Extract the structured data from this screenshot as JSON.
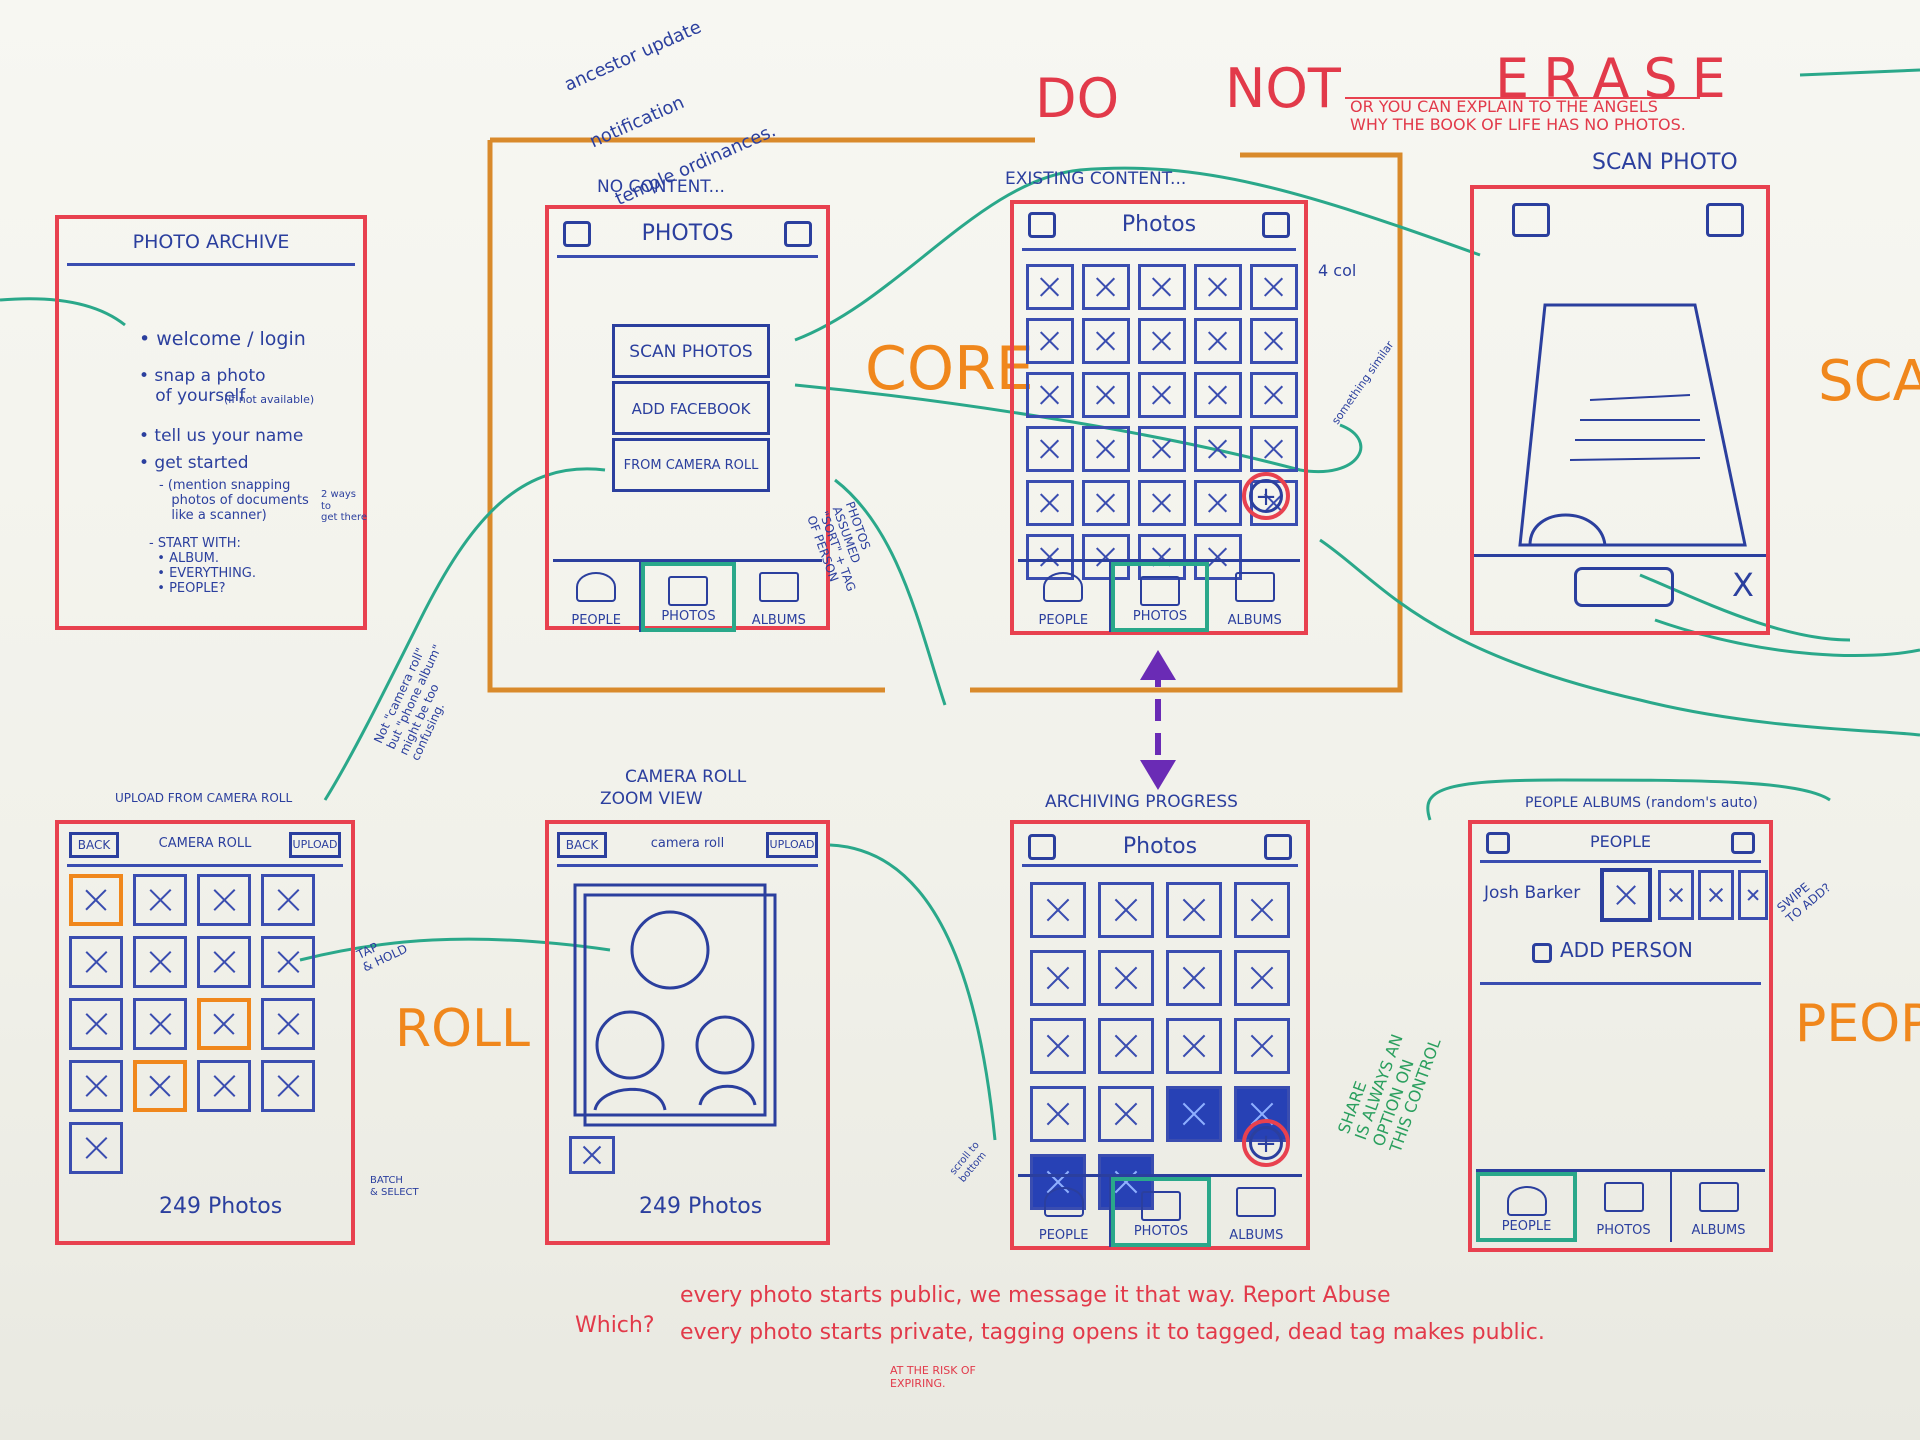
{
  "header": {
    "title_words": [
      "DO",
      "NOT",
      "ERASE"
    ],
    "subtitle_line1": "OR YOU CAN EXPLAIN TO THE ANGELS",
    "subtitle_line2": "WHY THE BOOK OF LIFE HAS NO PHOTOS.",
    "corner_note_1": "ancestor update",
    "corner_note_2": "notification",
    "corner_note_3": "temple ordinances."
  },
  "section_labels": {
    "core": "CORE",
    "scan": "SCAN",
    "roll": "ROLL",
    "people": "PEOPLE"
  },
  "colors": {
    "frame": "#e8414f",
    "ink": "#2b3f9e",
    "flow": "#2aa88a",
    "group": "#d98a2b",
    "accent": "#f0871c"
  },
  "archive": {
    "title": "PHOTO ARCHIVE",
    "items": [
      "• welcome / login",
      "• snap a photo\n   of yourself",
      "• tell us your name",
      "• get started"
    ],
    "if_avail": "(if not available)",
    "mention": "- (mention snapping\n   photos of documents\n   like a scanner)",
    "start_with": "- START WITH:\n  • ALBUM.\n  • EVERYTHING.\n  • PEOPLE?",
    "side_note": "2 ways\nto\nget there"
  },
  "no_content": {
    "caption": "NO CONTENT...",
    "title": "PHOTOS",
    "buttons": [
      "SCAN PHOTOS",
      "ADD FACEBOOK",
      "FROM CAMERA ROLL"
    ],
    "tabs": [
      "PEOPLE",
      "PHOTOS",
      "ALBUMS"
    ],
    "icons": [
      "person-icon",
      "camera-icon"
    ]
  },
  "existing": {
    "caption": "EXISTING CONTENT...",
    "title": "Photos",
    "cols_note": "4 col",
    "side_note": "something similar",
    "tabs": [
      "PEOPLE",
      "PHOTOS",
      "ALBUMS"
    ],
    "plus": "+"
  },
  "scan": {
    "caption": "SCAN PHOTO",
    "close": "X",
    "icons": [
      "flash-icon",
      "flip-camera-icon",
      "shutter-icon"
    ]
  },
  "roll_upload": {
    "caption": "UPLOAD FROM CAMERA ROLL",
    "back": "BACK",
    "title": "CAMERA ROLL",
    "upload": "UPLOAD",
    "count": "249 Photos"
  },
  "zoom_view": {
    "caption_1": "CAMERA ROLL",
    "caption_2": "ZOOM VIEW",
    "back": "BACK",
    "title": "camera roll",
    "upload": "UPLOAD",
    "count": "249 Photos"
  },
  "progress": {
    "caption": "ARCHIVING PROGRESS",
    "title": "Photos",
    "tabs": [
      "PEOPLE",
      "PHOTOS",
      "ALBUMS"
    ],
    "plus": "+"
  },
  "people": {
    "caption": "PEOPLE ALBUMS (random's auto)",
    "title": "PEOPLE",
    "person_name": "Josh Barker",
    "add_person": "ADD PERSON",
    "tabs": [
      "PEOPLE",
      "PHOTOS",
      "ALBUMS"
    ],
    "swipe_note": "SWIPE\nTO ADD?"
  },
  "notes": {
    "camera_roll_note": "Not \"camera roll\"\nbut \"phone album\"\nmight be too\nconfusing.",
    "photos_note": "PHOTOS\nASSUMED\n\"SORT\" + TAG\nOF PERSON",
    "tap_hold": "TAP\n& HOLD",
    "scroll_to_bottom": "scroll to\nbottom",
    "mini_note": "BATCH\n& SELECT",
    "share_note": "SHARE\nIS ALWAYS AN\nOPTION ON\nTHIS CONTROL",
    "which": "Which?",
    "option_public": "every photo starts public, we message it that way. Report Abuse",
    "option_private": "every photo starts private, tagging opens it to tagged, dead tag makes public.",
    "risk": "AT THE RISK OF\nEXPIRING."
  }
}
